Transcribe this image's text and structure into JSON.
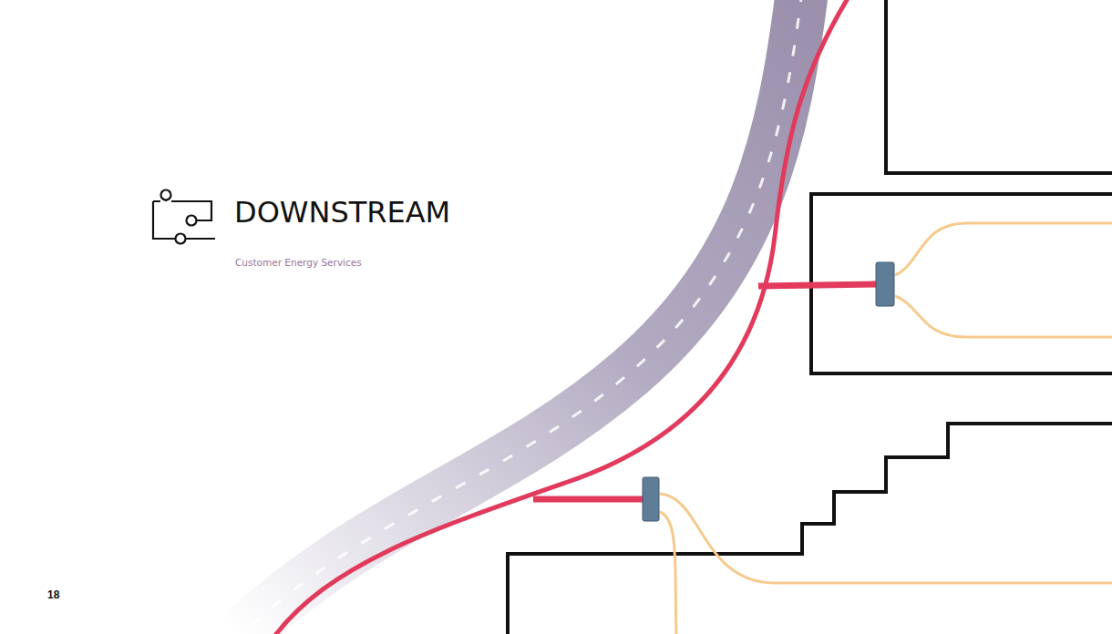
{
  "diagram": {
    "title": "DOWNSTREAM",
    "labels": [
      "Customer Energy Services",
      "18"
    ]
  }
}
